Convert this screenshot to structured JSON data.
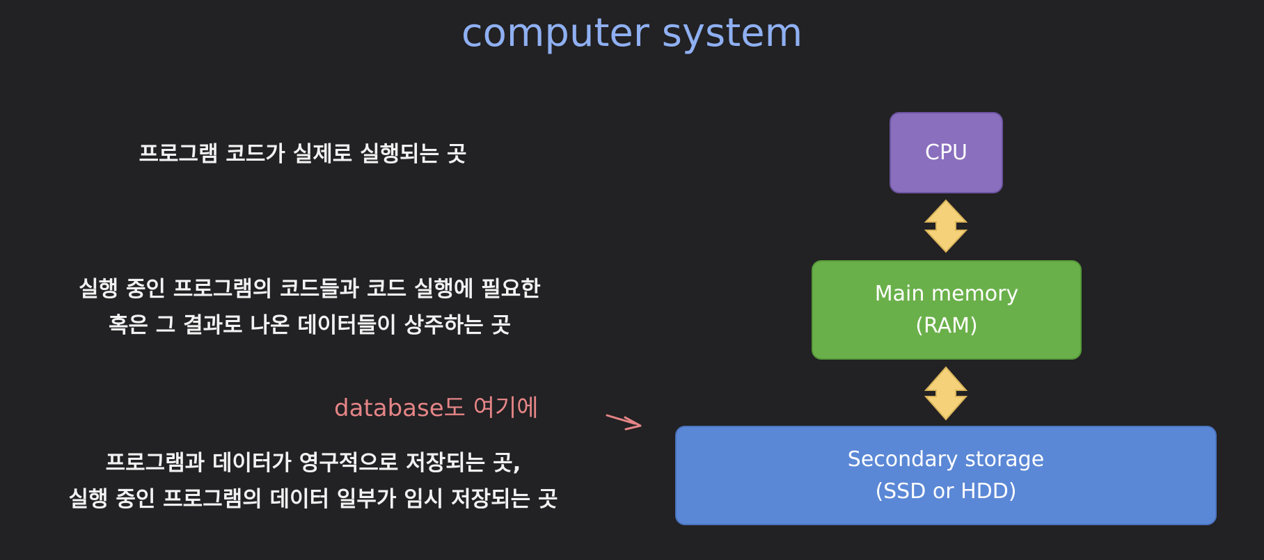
{
  "title": "computer system",
  "descriptions": {
    "cpu": [
      "프로그램 코드가 실제로 실행되는 곳"
    ],
    "ram": [
      "실행 중인 프로그램의 코드들과 코드 실행에 필요한",
      "혹은 그 결과로 나온 데이터들이 상주하는 곳"
    ],
    "storage": [
      "프로그램과 데이터가 영구적으로 저장되는 곳,",
      "실행 중인 프로그램의 데이터 일부가 임시 저장되는 곳"
    ]
  },
  "annotation": "database도 여기에",
  "components": {
    "cpu": {
      "lines": [
        "CPU"
      ],
      "color": "#8a6fbe"
    },
    "ram": {
      "lines": [
        "Main memory",
        "(RAM)"
      ],
      "color": "#6ab04a"
    },
    "storage": {
      "lines": [
        "Secondary storage",
        "(SSD or HDD)"
      ],
      "color": "#5b88d6"
    }
  },
  "colors": {
    "background": "#222123",
    "title": "#8fb0f2",
    "annotation": "#e58587",
    "connector_arrow": "#f5d27a"
  }
}
